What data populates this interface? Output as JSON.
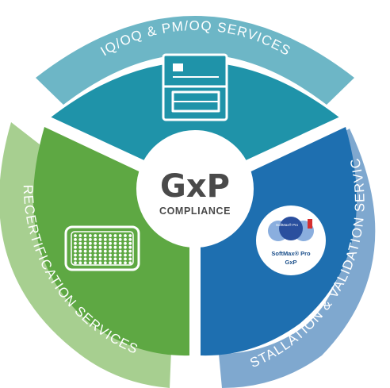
{
  "center": {
    "title": "GxP",
    "subtitle": "COMPLIANCE"
  },
  "segments": [
    {
      "id": "top",
      "label": "IQ/OQ & PM/OQ SERVICES",
      "icon": "microplate-reader-icon",
      "ring_color": "#6db6c6",
      "fill_color": "#1f93a9"
    },
    {
      "id": "right",
      "label": "INSTALLATION & VALIDATION SERVICES",
      "icon": "softmax-pro-gxp-logo",
      "ring_color": "#7fa8cf",
      "fill_color": "#1e6fb0"
    },
    {
      "id": "left",
      "label": "RECERTIFICATION SERVICES",
      "icon": "microplate-icon",
      "ring_color": "#a7cf90",
      "fill_color": "#5ea843"
    }
  ],
  "logo": {
    "brand": "SoftMax® Pro",
    "line1": "SoftMax® Pro",
    "line2": "GxP"
  }
}
